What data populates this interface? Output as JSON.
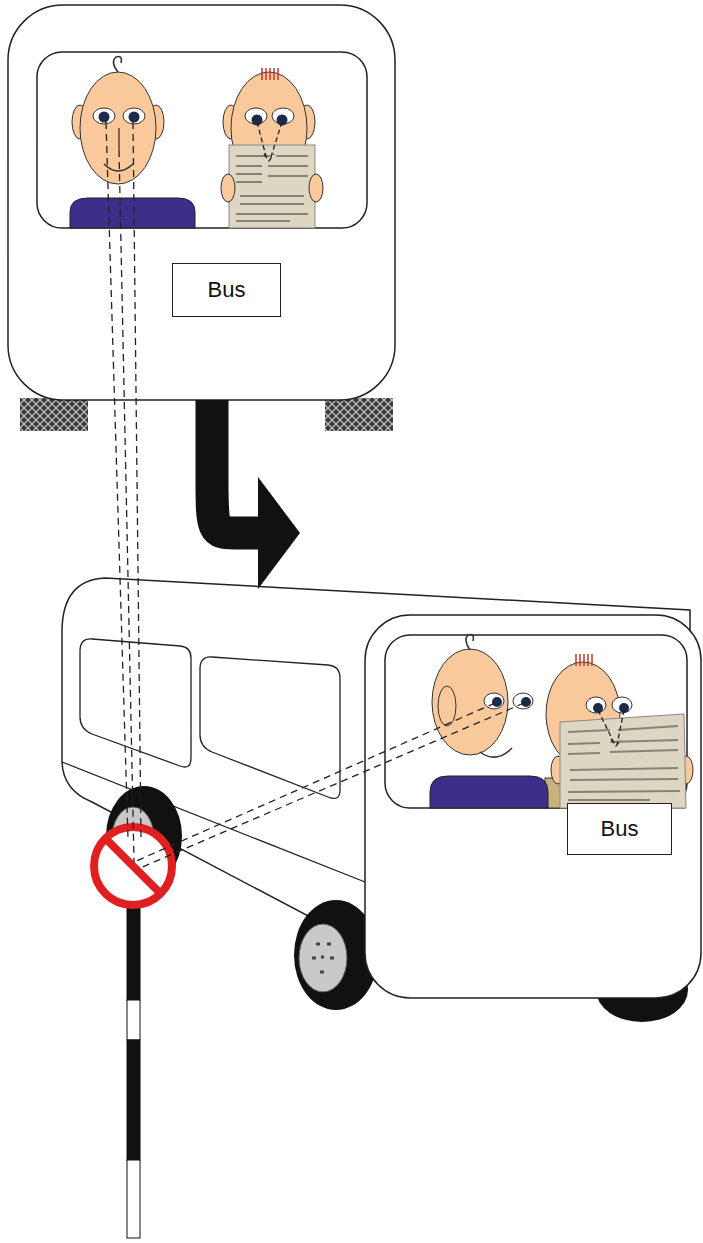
{
  "diagram": {
    "nodes": [
      {
        "text": [
          "Bus"
        ]
      },
      {
        "text": [
          "Bus"
        ]
      }
    ],
    "edges": [
      {
        "from": 0,
        "to": 1,
        "arrow": "to"
      }
    ]
  }
}
